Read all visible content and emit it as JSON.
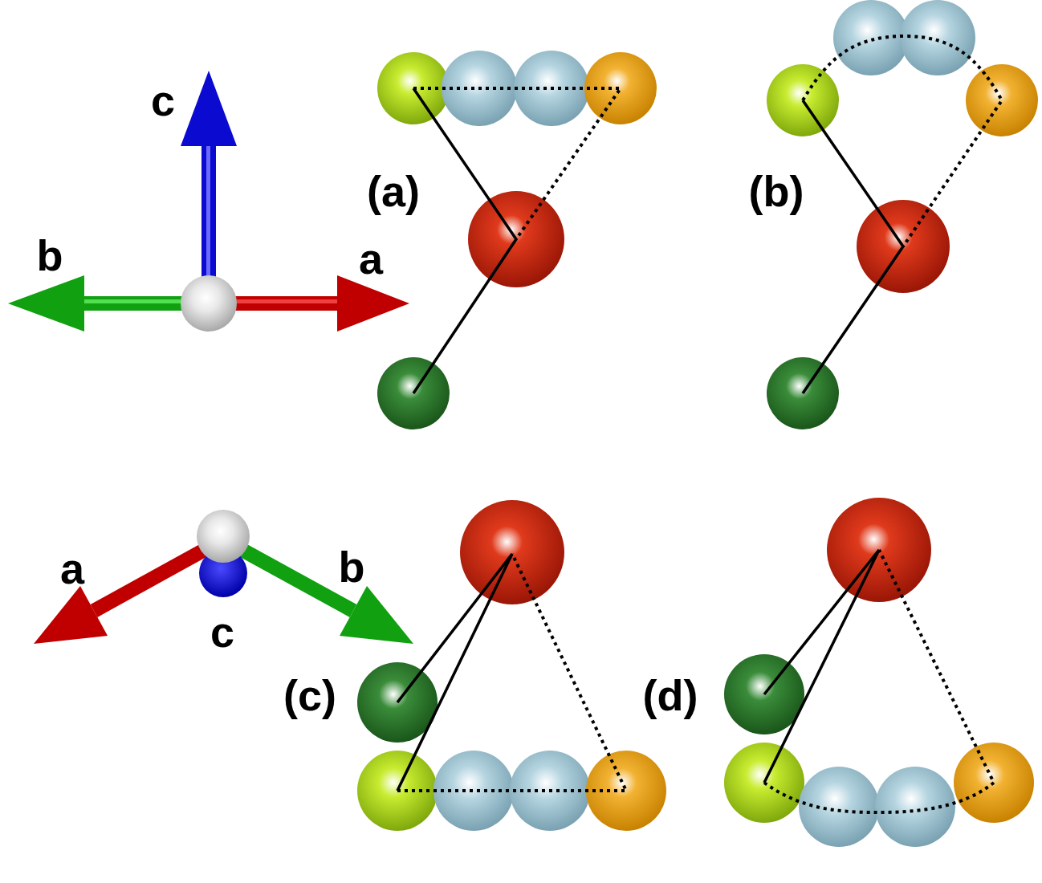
{
  "diagram": {
    "labels": [
      "c",
      "b",
      "a",
      "(a)",
      "(b)",
      "a",
      "b",
      "c",
      "(c)",
      "(d)"
    ]
  }
}
